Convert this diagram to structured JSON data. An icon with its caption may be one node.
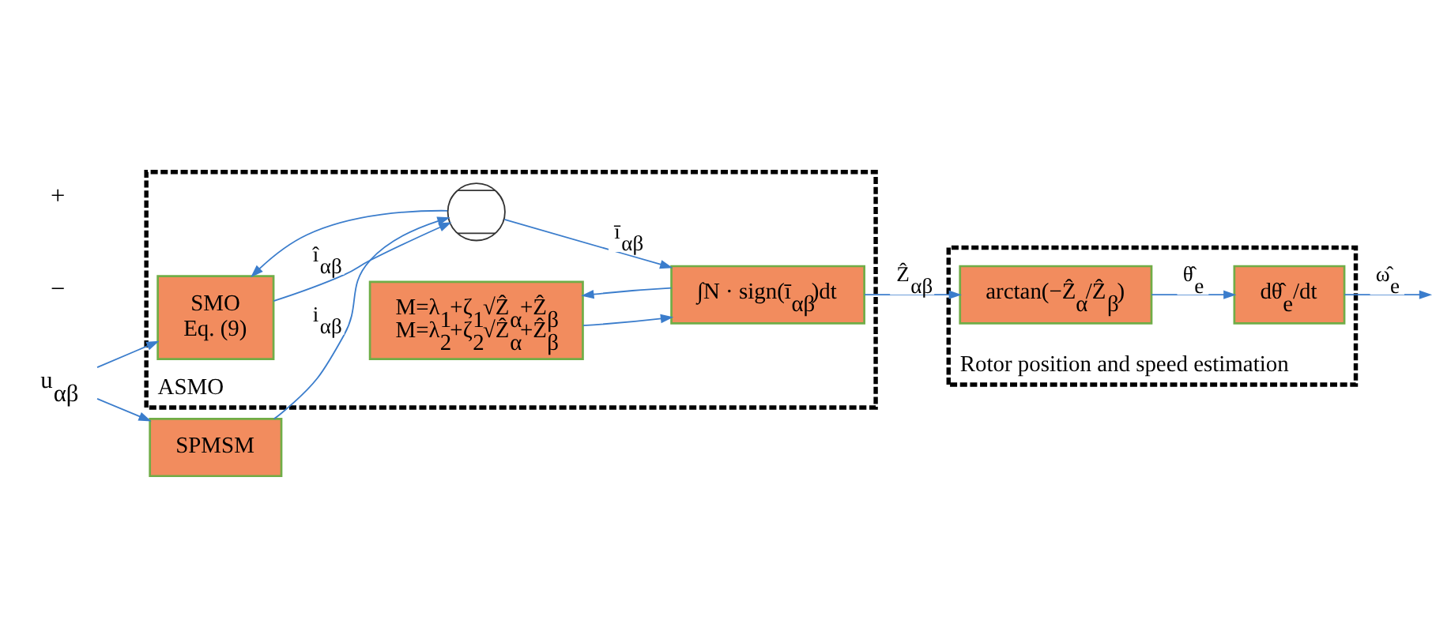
{
  "diagram": {
    "nodes": [
      {
        "text": [
          "ASMO"
        ]
      },
      {
        "text": [
          "Rotor position and speed estimation"
        ]
      },
      {
        "text": [
          "u$_{αβ}$"
        ]
      },
      {
        "text": [
          "SPMSM"
        ]
      },
      {
        "text": [
          "SMO",
          "Eq. (9)"
        ],
        "in": 0
      },
      {
        "text": [],
        "shape": "circle",
        "in": 0
      },
      {
        "text": [
          "M=λ$_{1}$+ζ$_{1}$√Ẑ$_{α}$+Ẑ$_{β}$",
          "M=λ$_{2}$+ζ$_{2}$√Ẑ$_{α}$+Ẑ$_{β}$"
        ],
        "in": 0
      },
      {
        "text": [
          "∫N · sign(ī$_{αβ}$)dt"
        ],
        "in": 0
      },
      {
        "text": [
          "arctan(−Ẑ$_{α}$/Ẑ$_{β}$)"
        ],
        "in": 1
      },
      {
        "text": [
          "dθ̂$_{e}$/dt"
        ],
        "in": 1
      }
    ],
    "edges": [
      {
        "from": 2,
        "to": 3,
        "arrow": "to"
      },
      {
        "from": 2,
        "to": 4,
        "arrow": "to"
      },
      {
        "from": 3,
        "to": 5,
        "arrow": "to",
        "label": "i$_{αβ}$"
      },
      {
        "from": 4,
        "to": 5,
        "arrow": "to",
        "label": "î$_{αβ}$"
      },
      {
        "from": 5,
        "to": 7,
        "arrow": "to",
        "label": "ī$_{αβ}$"
      },
      {
        "from": 5,
        "to": 4,
        "arrow": "to"
      },
      {
        "from": 6,
        "to": 7,
        "arrow": "to"
      },
      {
        "from": 7,
        "to": 8,
        "arrow": "to",
        "label": "Ẑ$_{αβ}$"
      },
      {
        "from": 7,
        "to": 6,
        "arrow": "to"
      },
      {
        "from": 8,
        "to": 9,
        "arrow": "to",
        "label": "θ̂$_{e}$"
      },
      {
        "from": 9,
        "to": null,
        "arrow": "to",
        "label": "ω̂$_{e}$"
      }
    ],
    "labels": [
      "−",
      "+"
    ]
  }
}
